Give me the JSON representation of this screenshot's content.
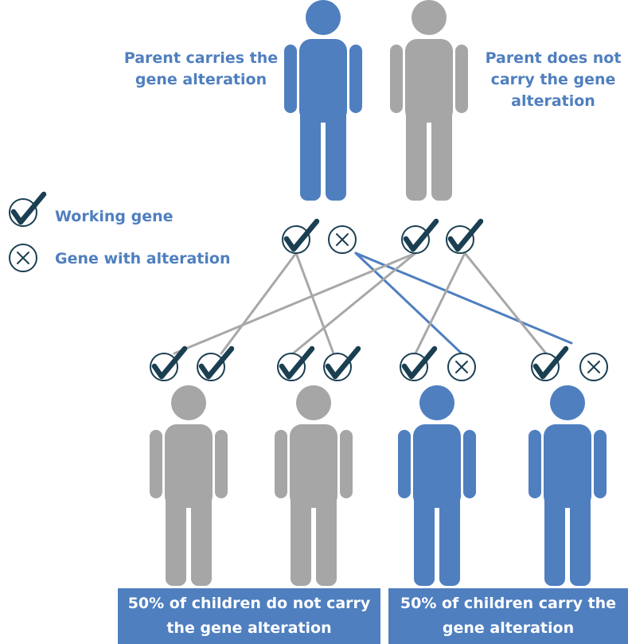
{
  "parents": {
    "carrier_label": "Parent carries the gene alteration",
    "non_carrier_label": "Parent does not carry the gene alteration"
  },
  "legend": {
    "working_gene": "Working gene",
    "gene_with_alteration": "Gene with alteration"
  },
  "outcomes": {
    "non_carrier": "50% of children do not carry the gene alteration",
    "carrier": "50% of children carry the gene alteration"
  },
  "colors": {
    "carrier_blue": "#4f7fbf",
    "non_carrier_gray": "#a6a6a6",
    "check_dark": "#1b3f52",
    "line_gray": "#a8a8a8"
  },
  "icons": {
    "working_gene": "check-circle-icon",
    "altered_gene": "x-circle-icon"
  }
}
